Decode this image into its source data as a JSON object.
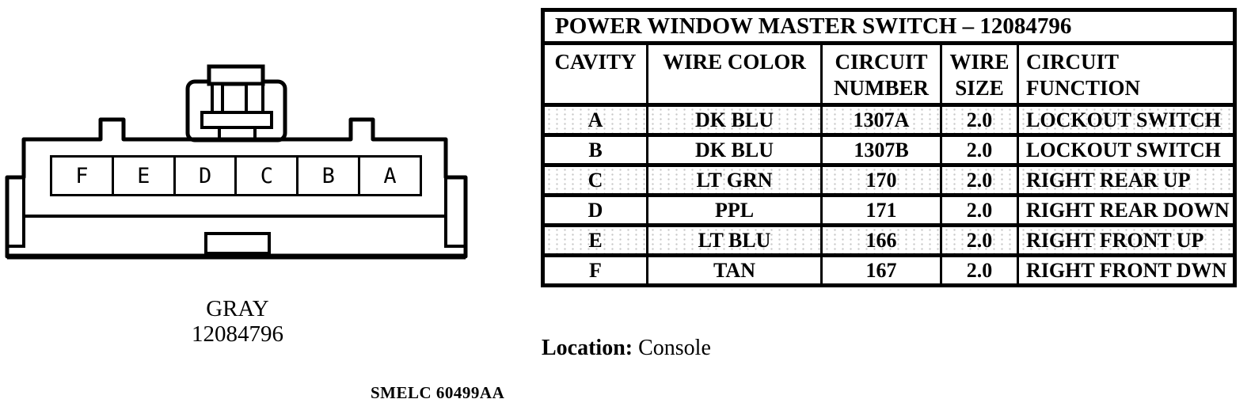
{
  "connector": {
    "cavities": [
      "F",
      "E",
      "D",
      "C",
      "B",
      "A"
    ],
    "color_label": "GRAY",
    "part_number": "12084796"
  },
  "table": {
    "title": "POWER WINDOW MASTER SWITCH – 12084796",
    "columns": {
      "cavity": "CAVITY",
      "wire_color": "WIRE COLOR",
      "circuit_number": "CIRCUIT NUMBER",
      "wire_size": "WIRE SIZE",
      "circuit_function": "CIRCUIT FUNCTION"
    },
    "rows": [
      {
        "cavity": "A",
        "wire_color": "DK BLU",
        "circuit_number": "1307A",
        "wire_size": "2.0",
        "circuit_function": "LOCKOUT SWITCH"
      },
      {
        "cavity": "B",
        "wire_color": "DK BLU",
        "circuit_number": "1307B",
        "wire_size": "2.0",
        "circuit_function": "LOCKOUT SWITCH"
      },
      {
        "cavity": "C",
        "wire_color": "LT GRN",
        "circuit_number": "170",
        "wire_size": "2.0",
        "circuit_function": "RIGHT REAR UP"
      },
      {
        "cavity": "D",
        "wire_color": "PPL",
        "circuit_number": "171",
        "wire_size": "2.0",
        "circuit_function": "RIGHT REAR DOWN"
      },
      {
        "cavity": "E",
        "wire_color": "LT BLU",
        "circuit_number": "166",
        "wire_size": "2.0",
        "circuit_function": "RIGHT FRONT UP"
      },
      {
        "cavity": "F",
        "wire_color": "TAN",
        "circuit_number": "167",
        "wire_size": "2.0",
        "circuit_function": "RIGHT FRONT DWN"
      }
    ]
  },
  "location": {
    "label": "Location:",
    "value": "Console"
  },
  "footer_code": "SMELC 60499AA",
  "colors": {
    "ink": "#000000",
    "paper": "#ffffff"
  }
}
